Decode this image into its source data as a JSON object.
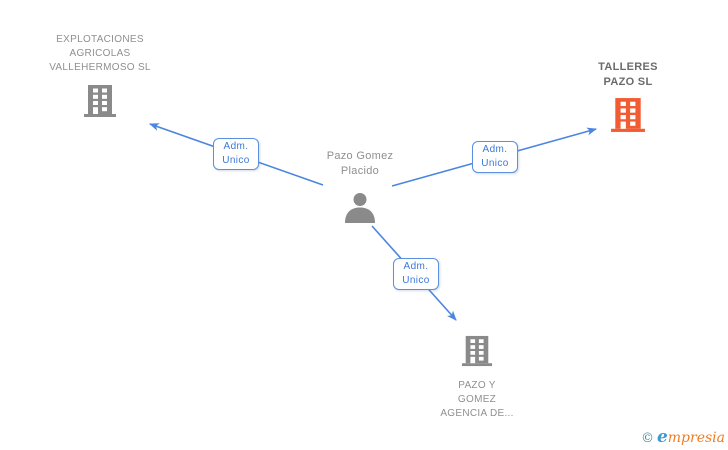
{
  "person": {
    "name": "Pazo Gomez Placido",
    "name_lines": [
      "Pazo Gomez",
      "Placido"
    ]
  },
  "companies": {
    "left": {
      "name": "EXPLOTACIONES AGRICOLAS VALLEHERMOSO SL",
      "lines": [
        "EXPLOTACIONES",
        "AGRICOLAS",
        "VALLEHERMOSO SL"
      ],
      "highlighted": false
    },
    "right": {
      "name": "TALLERES PAZO SL",
      "lines": [
        "TALLERES",
        "PAZO SL"
      ],
      "highlighted": true
    },
    "bottom": {
      "name": "PAZO Y GOMEZ AGENCIA DE...",
      "lines": [
        "PAZO Y",
        "GOMEZ",
        "AGENCIA DE..."
      ],
      "highlighted": false
    }
  },
  "edges": [
    {
      "id": "person-to-explotaciones",
      "label_lines": [
        "Adm.",
        "Unico"
      ]
    },
    {
      "id": "person-to-talleres",
      "label_lines": [
        "Adm.",
        "Unico"
      ]
    },
    {
      "id": "person-to-pazo-y-gomez",
      "label_lines": [
        "Adm.",
        "Unico"
      ]
    }
  ],
  "colors": {
    "edge_blue": "#4a86e0",
    "label_blue": "#3b78d8",
    "box_border_blue": "#5b8fe0",
    "node_gray": "#8a8a8a",
    "highlight_orange": "#f25c33",
    "text_gray": "#8f8f8f",
    "text_dark_gray": "#6b6b6b"
  },
  "watermark": {
    "copyright": "©",
    "brand": "empresia",
    "brand_initial": "e",
    "brand_rest": "mpresia"
  }
}
